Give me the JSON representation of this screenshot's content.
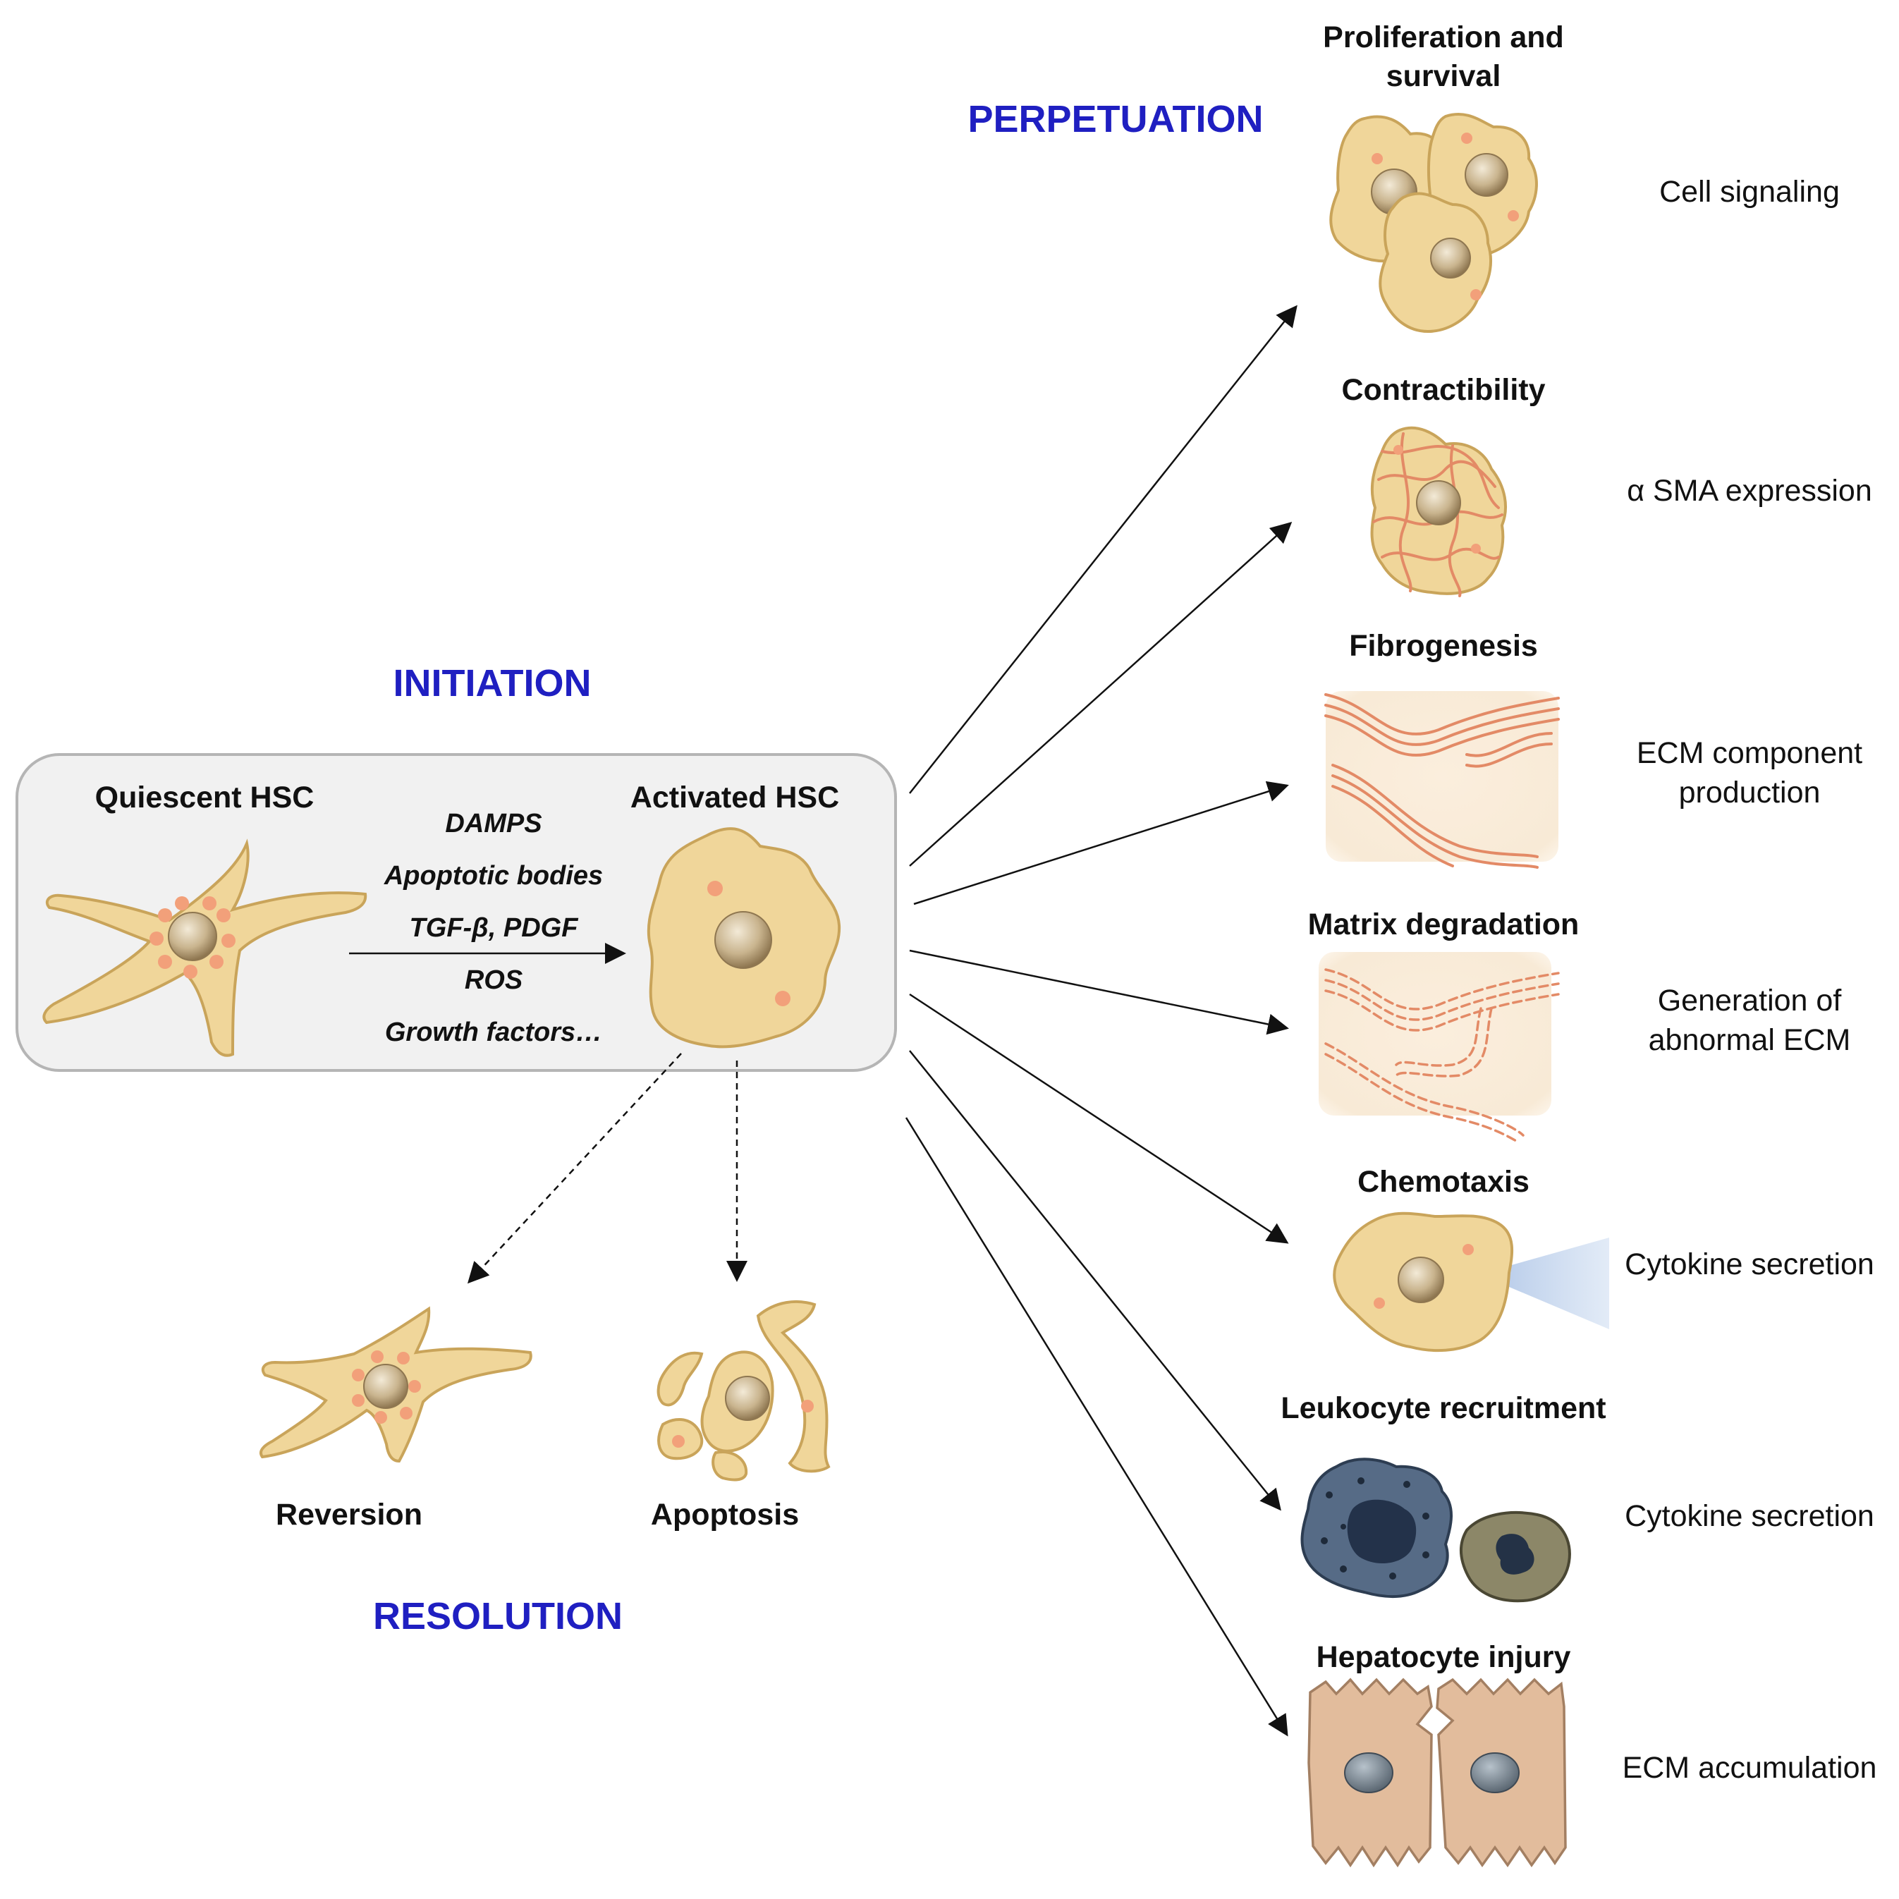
{
  "phases": {
    "initiation": "INITIATION",
    "perpetuation": "PERPETUATION",
    "resolution": "RESOLUTION"
  },
  "initiation": {
    "quiescent_label": "Quiescent HSC",
    "activated_label": "Activated HSC",
    "stimuli": [
      "DAMPS",
      "Apoptotic bodies",
      "TGF-β, PDGF",
      "ROS",
      "Growth factors…"
    ]
  },
  "resolution": {
    "reversion_label": "Reversion",
    "apoptosis_label": "Apoptosis"
  },
  "outcomes": [
    {
      "title": "Proliferation and",
      "title2": "survival",
      "description": "Cell signaling",
      "description2": ""
    },
    {
      "title": "Contractibility",
      "title2": "",
      "description": "α SMA expression",
      "description2": ""
    },
    {
      "title": "Fibrogenesis",
      "title2": "",
      "description": "ECM component",
      "description2": "production"
    },
    {
      "title": "Matrix degradation",
      "title2": "",
      "description": "Generation of",
      "description2": "abnormal ECM"
    },
    {
      "title": "Chemotaxis",
      "title2": "",
      "description": "Cytokine secretion",
      "description2": ""
    },
    {
      "title": "Leukocyte recruitment",
      "title2": "",
      "description": "Cytokine secretion",
      "description2": ""
    },
    {
      "title": "Hepatocyte injury",
      "title2": "",
      "description": "ECM accumulation",
      "description2": ""
    }
  ],
  "colors": {
    "phase_label": "#1f1fc1",
    "hsc_cell_fill": "#f0d69a",
    "hsc_cell_outline": "#c9a45a",
    "lipid_droplet": "#f2a07a",
    "fiber": "#e38a66",
    "leukocyte_fill": "#566b86",
    "hepatocyte_fill": "#e2bc9c",
    "box_fill": "#f1f1f1"
  }
}
